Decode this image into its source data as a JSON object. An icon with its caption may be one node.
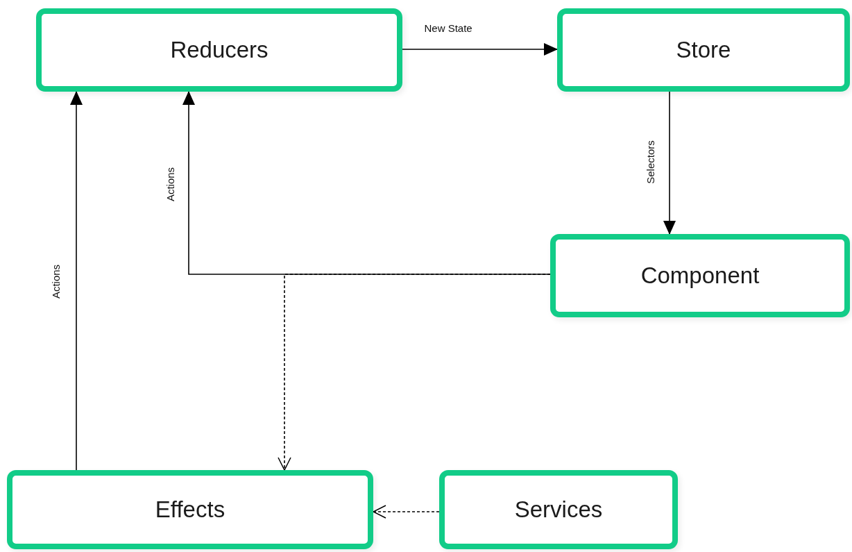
{
  "diagram": {
    "nodes": [
      {
        "text": [
          "Reducers"
        ]
      },
      {
        "text": [
          "Store"
        ]
      },
      {
        "text": [
          "Component"
        ]
      },
      {
        "text": [
          "Effects"
        ]
      },
      {
        "text": [
          "Services"
        ]
      }
    ],
    "edges": [
      {
        "from": 0,
        "to": 1,
        "arrow": "to",
        "label": "New State"
      },
      {
        "from": 1,
        "to": 2,
        "arrow": "to",
        "label": "Selectors"
      },
      {
        "from": 2,
        "to": 0,
        "arrow": "to",
        "label": "Actions"
      },
      {
        "from": 2,
        "to": 3,
        "arrow": "to",
        "style": "dashed"
      },
      {
        "from": 3,
        "to": 0,
        "arrow": "to",
        "label": "Actions"
      },
      {
        "from": 4,
        "to": 3,
        "arrow": "to",
        "style": "dashed"
      }
    ]
  }
}
